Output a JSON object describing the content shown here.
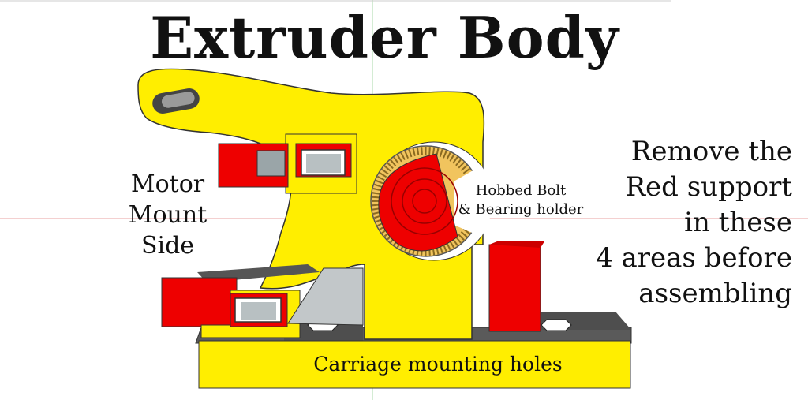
{
  "title": "Extruder Body",
  "labels": {
    "motor_mount": [
      "Motor",
      "Mount",
      "Side"
    ],
    "hobbed_bolt": [
      "Hobbed Bolt",
      "& Bearing holder"
    ],
    "instructions": [
      "Remove the",
      "Red support",
      "in these",
      "4 areas before",
      "assembling"
    ],
    "carriage_holes": "Carriage mounting holes"
  },
  "colors": {
    "body": "#ffee00",
    "body_shadow": "#d9c600",
    "support": "#ee0000",
    "base_gray": "#5a5a5a",
    "outline": "#333333"
  }
}
